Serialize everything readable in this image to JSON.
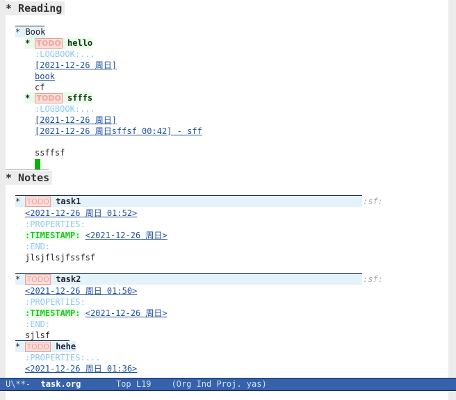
{
  "reading": {
    "heading": "* Reading",
    "book": "Book",
    "todo": "TODO",
    "hello": {
      "title": "hello",
      "logbook": ":LOGBOOK:...",
      "date": "[2021-12-26 周日]",
      "link": "book",
      "text": "cf"
    },
    "sfffs": {
      "title": "sfffs",
      "logbook": ":LOGBOOK:...",
      "date": "[2021-12-26 周日]",
      "clock": "[2021-12-26 周日sffsf 00:42] - sff",
      "text": "ssffsf"
    }
  },
  "notes": {
    "heading": "* Notes",
    "tasks": [
      {
        "todo": "TODO",
        "title": "task1",
        "tag": ":sf:",
        "date": "<2021-12-26 周日 01:52>",
        "properties": ":PROPERTIES:",
        "prop_key": ":TIMESTAMP:",
        "prop_val": "<2021-12-26 周日>",
        "end": ":END:",
        "body": "jlsjflsjfssfsf"
      },
      {
        "todo": "TODO",
        "title": "task2",
        "tag": ":sf:",
        "date": "<2021-12-26 周日 01:50>",
        "properties": ":PROPERTIES:",
        "prop_key": ":TIMESTAMP:",
        "prop_val": "<2021-12-26 周日>",
        "end": ":END:",
        "body": "sjlsf"
      },
      {
        "todo": "TODO",
        "title": "hehe",
        "properties": ":PROPERTIES:...",
        "date": "<2021-12-26 周日 01:36>"
      }
    ]
  },
  "modeline": {
    "state": "U\\**-",
    "buffer": "task.org",
    "position": "Top L19",
    "modes": "(Org Ind Proj. yas)"
  },
  "colors": {
    "cursor": "#0bb00b",
    "modeline": "#3661ad",
    "link": "#1d4f9e"
  }
}
